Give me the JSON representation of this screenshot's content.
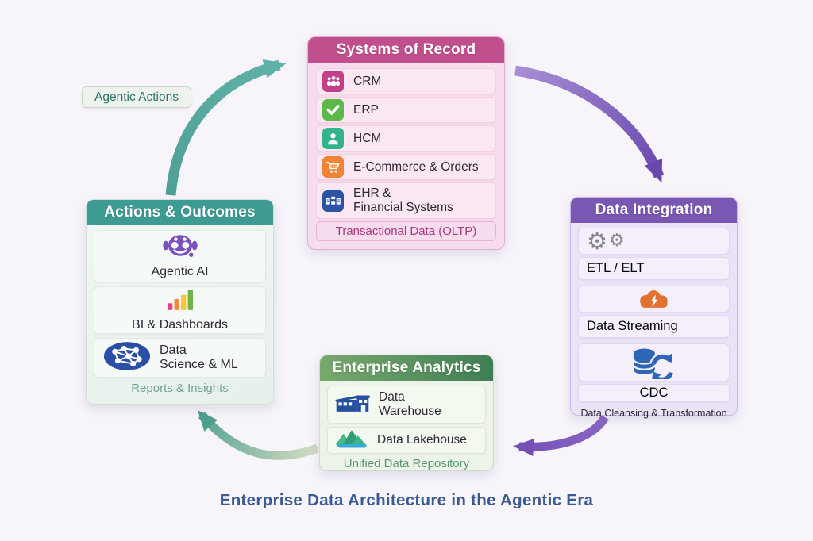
{
  "title": "Enterprise Data Architecture in the Agentic Era",
  "background_color": "#f7f5fa",
  "agentic_actions": {
    "label": "Agentic Actions"
  },
  "boxes": {
    "systems_of_record": {
      "title": "Systems of Record",
      "header_color": "#c24f8d",
      "items": [
        {
          "icon": "people-icon",
          "icon_color": "#c23f8a",
          "label": "CRM"
        },
        {
          "icon": "checkmark-icon",
          "icon_color": "#5cb949",
          "label": "ERP"
        },
        {
          "icon": "person-icon",
          "icon_color": "#33b28e",
          "label": "HCM"
        },
        {
          "icon": "shopping-cart-icon",
          "icon_color": "#ee8434",
          "label": "E-Commerce & Orders"
        },
        {
          "icon": "org-blocks-icon",
          "icon_color": "#2b55a4",
          "lines": [
            "EHR &",
            "Financial Systems"
          ]
        }
      ],
      "footer": "Transactional Data (OLTP)"
    },
    "data_integration": {
      "title": "Data Integration",
      "header_color": "#7b57b4",
      "items": [
        {
          "icon": "gears-icon",
          "gear_glyph": "⚙",
          "label": "ETL / ELT"
        },
        {
          "icon": "cloud-lightning-icon",
          "icon_color": "#e2712f",
          "label": "Data Streaming"
        },
        {
          "icon": "database-sync-icon",
          "icon_color": "#2e65b5",
          "label": "CDC"
        }
      ],
      "footer": "Data Cleansing & Transformation"
    },
    "actions_outcomes": {
      "title": "Actions & Outcomes",
      "header_color": "#3d9b93",
      "items": [
        {
          "icon": "robot-icon",
          "icon_color": "#7a4fc2",
          "label": "Agentic AI"
        },
        {
          "icon": "bar-chart-icon",
          "bar_colors": [
            "#e0457b",
            "#ef8a3a",
            "#f5c63e",
            "#6cb44c"
          ],
          "label": "BI & Dashboards"
        },
        {
          "icon": "network-icon",
          "icon_color": "#2b4fa5",
          "lines": [
            "Data",
            "Science & ML"
          ]
        }
      ],
      "footer": "Reports & Insights"
    },
    "enterprise_analytics": {
      "title": "Enterprise Analytics",
      "header_color_left": "#79a96d",
      "header_color_right": "#3e7e54",
      "items": [
        {
          "icon": "warehouse-icon",
          "icon_color": "#24509e",
          "lines": [
            "Data",
            "Warehouse"
          ]
        },
        {
          "icon": "mountains-icon",
          "icon_colors": [
            "#47b984",
            "#2f9e73",
            "#3aa8d8"
          ],
          "label": "Data Lakehouse"
        }
      ],
      "footer": "Unified Data Repository"
    }
  },
  "arrows": [
    {
      "name": "agentic-actions-arrow",
      "from": "Actions & Outcomes",
      "to": "Systems of Record",
      "color": "#57aba0"
    },
    {
      "name": "record-to-integration-arrow",
      "from": "Systems of Record",
      "to": "Data Integration",
      "color": "#6a47ae"
    },
    {
      "name": "integration-to-analytics-arrow",
      "from": "Data Integration",
      "to": "Enterprise Analytics",
      "color": "#7450b6"
    },
    {
      "name": "analytics-to-actions-arrow",
      "from": "Enterprise Analytics",
      "to": "Actions & Outcomes",
      "color": "#54a294"
    }
  ]
}
